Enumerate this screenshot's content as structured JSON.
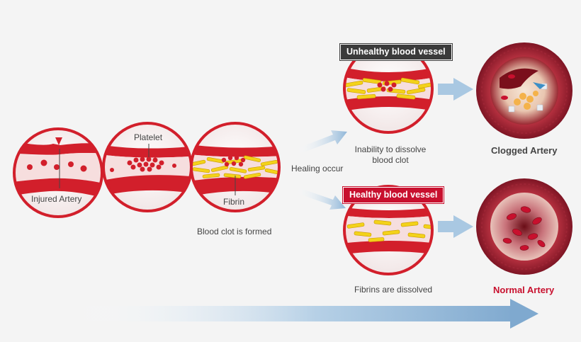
{
  "labels": {
    "injured_artery": "Injured Artery",
    "platelet": "Platelet",
    "fibrin": "Fibrin",
    "blood_clot_formed": "Blood clot is formed",
    "healing_occur": "Healing occur",
    "unhealthy_tag": "Unhealthy blood vessel",
    "inability_line1": "Inability to dissolve",
    "inability_line2": "blood clot",
    "clogged_artery": "Clogged Artery",
    "healthy_tag": "Healthy blood vessel",
    "fibrins_dissolved": "Fibrins are dissolved",
    "normal_artery": "Normal Artery"
  },
  "colors": {
    "vessel_red": "#d21f2b",
    "fibrin_yellow": "#f3d21a",
    "lumen_pink": "#f6dede",
    "unhealthy_tag_bg": "#3b3b3b",
    "healthy_tag_bg": "#c8102e",
    "normal_artery_text": "#c8102e",
    "arrow_blue": "#9fc1dd"
  }
}
